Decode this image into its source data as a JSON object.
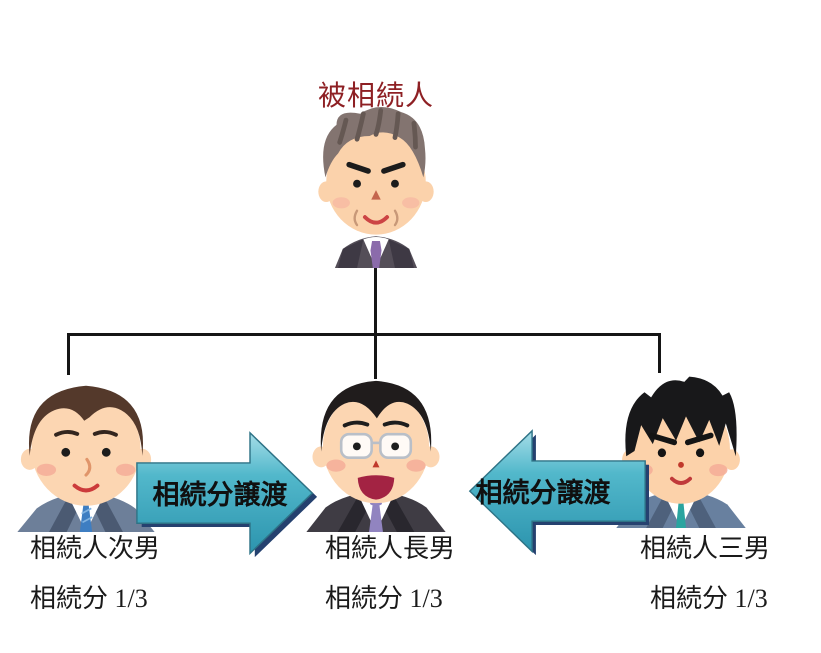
{
  "title": "被相続人",
  "colors": {
    "title_text": "#8e2024",
    "arrow_body_top": "#a6dde8",
    "arrow_body": "#52b8cb",
    "arrow_body_bottom": "#2c94ae",
    "arrow_shadow": "#25416f",
    "connector": "#151515",
    "label_text": "#1a1a1a"
  },
  "icons": {
    "deceased": "deceased-person-icon",
    "second_son": "second-son-person-icon",
    "eldest_son": "eldest-son-person-icon",
    "third_son": "third-son-person-icon"
  },
  "transfers": [
    {
      "label": "相続分譲渡",
      "direction": "right"
    },
    {
      "label": "相続分譲渡",
      "direction": "left"
    }
  ],
  "heirs": [
    {
      "name": "相続人次男",
      "share": "相続分 1/3"
    },
    {
      "name": "相続人長男",
      "share": "相続分 1/3"
    },
    {
      "name": "相続人三男",
      "share": "相続分 1/3"
    }
  ]
}
